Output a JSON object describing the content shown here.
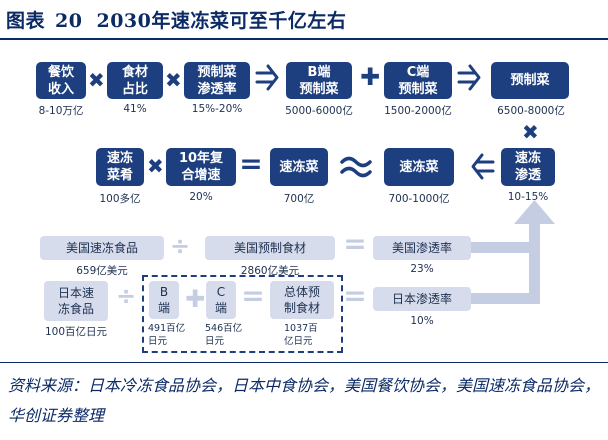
{
  "header": {
    "prefix": "图表",
    "number": "20",
    "title": "2030年速冻菜可至千亿左右"
  },
  "row1": {
    "boxes": [
      "餐饮\n收入",
      "食材\n占比",
      "预制菜\n渗透率",
      "B端\n预制菜",
      "C端\n预制菜",
      "预制菜"
    ],
    "captions": [
      "8-10万亿",
      "41%",
      "15%-20%",
      "5000-6000亿",
      "1500-2000亿",
      "6500-8000亿"
    ]
  },
  "row2": {
    "boxes": [
      "速冻\n菜肴",
      "10年复\n合增速",
      "速冻菜",
      "速冻菜",
      "速冻\n渗透"
    ],
    "captions": [
      "100多亿",
      "20%",
      "700亿",
      "700-1000亿",
      "10-15%"
    ]
  },
  "lower": {
    "us_frozen": {
      "label": "美国速冻食品",
      "caption": "659亿美元"
    },
    "us_prepared": {
      "label": "美国预制食材",
      "caption": "2860亿美元"
    },
    "us_penetration": {
      "label": "美国渗透率",
      "caption": "23%"
    },
    "jp_frozen": {
      "label": "日本速\n冻食品",
      "caption": "100百亿日元"
    },
    "jp_b": {
      "label": "B\n端",
      "caption": "491百亿\n日元"
    },
    "jp_c": {
      "label": "C\n端",
      "caption": "546百亿\n日元"
    },
    "jp_total": {
      "label": "总体预\n制食材",
      "caption": "1037百\n亿日元"
    },
    "jp_penetration": {
      "label": "日本渗透率",
      "caption": "10%"
    }
  },
  "source": "资料来源：日本冷冻食品协会，日本中食协会，美国餐饮协会，美国速冻食品协会，华创证券整理"
}
